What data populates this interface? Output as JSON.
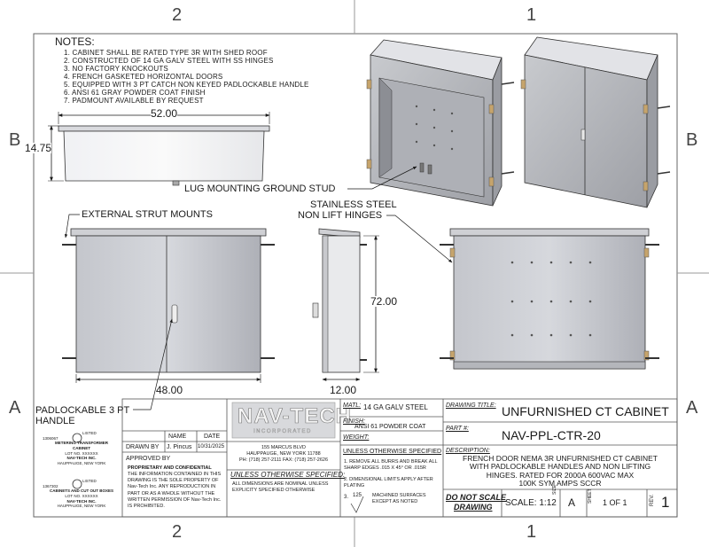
{
  "zones": {
    "top_left": "2",
    "top_right": "1",
    "bottom_left": "2",
    "bottom_right": "1",
    "left_b": "B",
    "right_b": "B",
    "left_a": "A",
    "right_a": "A"
  },
  "notes": {
    "title": "NOTES:",
    "items": [
      "1. CABINET SHALL BE RATED TYPE 3R WITH SHED ROOF",
      "2. CONSTRUCTED OF 14 GA GALV STEEL WITH SS HINGES",
      "3. NO FACTORY KNOCKOUTS",
      "4. FRENCH GASKETED HORIZONTAL DOORS",
      "5. EQUIPPED WITH 3 PT CATCH NON KEYED PADLOCKABLE HANDLE",
      "6. ANSI 61 GRAY POWDER COAT FINISH",
      "7. PADMOUNT AVAILABLE BY REQUEST"
    ]
  },
  "dims": {
    "width_top": "52.00",
    "height_top": "14.75",
    "front_width": "48.00",
    "side_height": "72.00",
    "side_depth": "12.00"
  },
  "callouts": {
    "lug": "LUG MOUNTING GROUND STUD",
    "strut": "EXTERNAL STRUT MOUNTS",
    "hinges_1": "STAINLESS STEEL",
    "hinges_2": "NON LIFT HINGES",
    "padlock_1": "PADLOCKABLE 3 PT",
    "padlock_2": "HANDLE"
  },
  "ul": {
    "listed": "LISTED",
    "c1_num": "1306067",
    "c1_l1": "METERING TRANSFORMER",
    "c1_l2": "CABINET",
    "c1_l3": "LOT NO. XXXXXX",
    "c1_l4": "NAV-TECH INC.",
    "c1_l5": "HAUPPAUGE, NEW YORK",
    "c2_num": "1367302",
    "c2_l1": "CABINETS AND CUT OUT BOXES",
    "c2_l2": "LOT NO. XXXXXX",
    "c2_l3": "NAV-TECH INC.",
    "c2_l4": "HAUPPAUGE, NEW YORK"
  },
  "titleblock": {
    "name_hdr": "NAME",
    "date_hdr": "DATE",
    "drawn_by": "DRAWN BY",
    "drawn_name": "J. Pincus",
    "drawn_date": "10/31/2025",
    "approved_by": "APPROVED BY",
    "prop_title": "PROPRIETARY AND CONFIDENTIAL",
    "prop_text": [
      "THE INFORMATION CONTAINED IN THIS",
      "DRAWING IS THE SOLE PROPERTY OF",
      "Nav-Tech Inc. ANY REPRODUCTION IN",
      "PART OR AS A WHOLE WITHOUT THE",
      "WRITTEN PERMISSION OF Nav-Tech Inc.",
      "IS PROHIBITED."
    ],
    "logo": "NAV-TECH",
    "logo_sub": "INCORPORATED",
    "addr1": "155 MARCUS BLVD",
    "addr2": "HAUPPAUGE, NEW YORK 11788",
    "addr3": "PH: (718) 257-2111  FAX: (718) 257-2626",
    "unless_hdr": "UNLESS OTHERWISE SPECIFIED:",
    "unless_text": [
      "ALL DIMENSIONS ARE NOMINAL UNLESS",
      "EXPLICITY SPECIFIED OTHERWISE"
    ],
    "matl_lbl": "MATL:",
    "matl_val": "14 GA GALV STEEL",
    "finish_lbl": "FINISH:",
    "finish_val": "ANSI 61 POWDER COAT",
    "weight_lbl": "WEIGHT:",
    "unless2_hdr": "UNLESS OTHERWISE SPECIFIED",
    "unless2_1": [
      "1. REMOVE ALL BURRS AND BREAK ALL",
      "SHARP EDGES  .015 X 45° OR .015R"
    ],
    "unless2_2": [
      "2. DIMENSIONAL LIMITS APPLY AFTER",
      "PLATING"
    ],
    "unless2_3a": "3.",
    "unless2_3b": "125",
    "unless2_3c": [
      "MACHINED SURFACES",
      "EXCEPT AS NOTED"
    ],
    "title_lbl": "DRAWING TITLE:",
    "title_val": "UNFURNISHED CT CABINET",
    "part_lbl": "PART #:",
    "part_val": "NAV-PPL-CTR-20",
    "desc_lbl": "DESCRIPTION:",
    "desc_lines": [
      "FRENCH DOOR NEMA 3R UNFURNISHED CT CABINET",
      "WITH PADLOCKABLE HANDLES AND NON LIFTING",
      "HINGES.  RATED  FOR  2000A  600VAC  MAX",
      "100K  SYM  AMPS  SCCR"
    ],
    "noscale_1": "DO NOT SCALE",
    "noscale_2": "DRAWING",
    "scale": "SCALE: 1:12",
    "size_lbl": "SIZE",
    "size_val": "A",
    "sheet_lbl": "SHEET",
    "sheet_val": "1 OF 1",
    "rev_lbl": "REV.",
    "rev_val": "1"
  }
}
